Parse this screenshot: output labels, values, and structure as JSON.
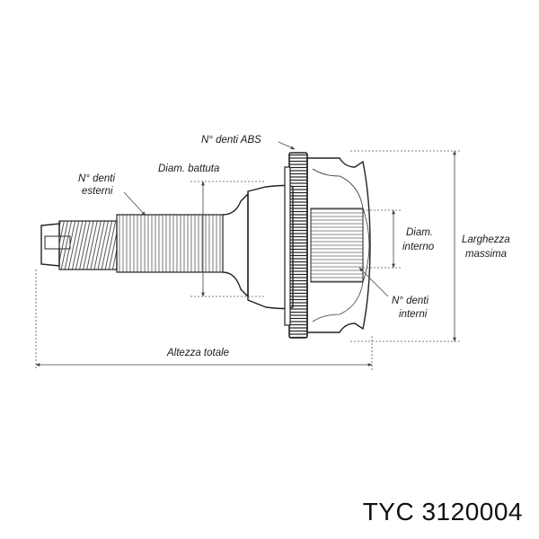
{
  "labels": {
    "abs_teeth": "N° denti ABS",
    "seat_diameter": "Diam. battuta",
    "outer_teeth_line1": "N° denti",
    "outer_teeth_line2": "esterni",
    "inner_diameter_line1": "Diam.",
    "inner_diameter_line2": "interno",
    "max_width_line1": "Larghezza",
    "max_width_line2": "massima",
    "inner_teeth_line1": "N° denti",
    "inner_teeth_line2": "interni",
    "total_height": "Altezza totale"
  },
  "part_number": "TYC 3120004"
}
